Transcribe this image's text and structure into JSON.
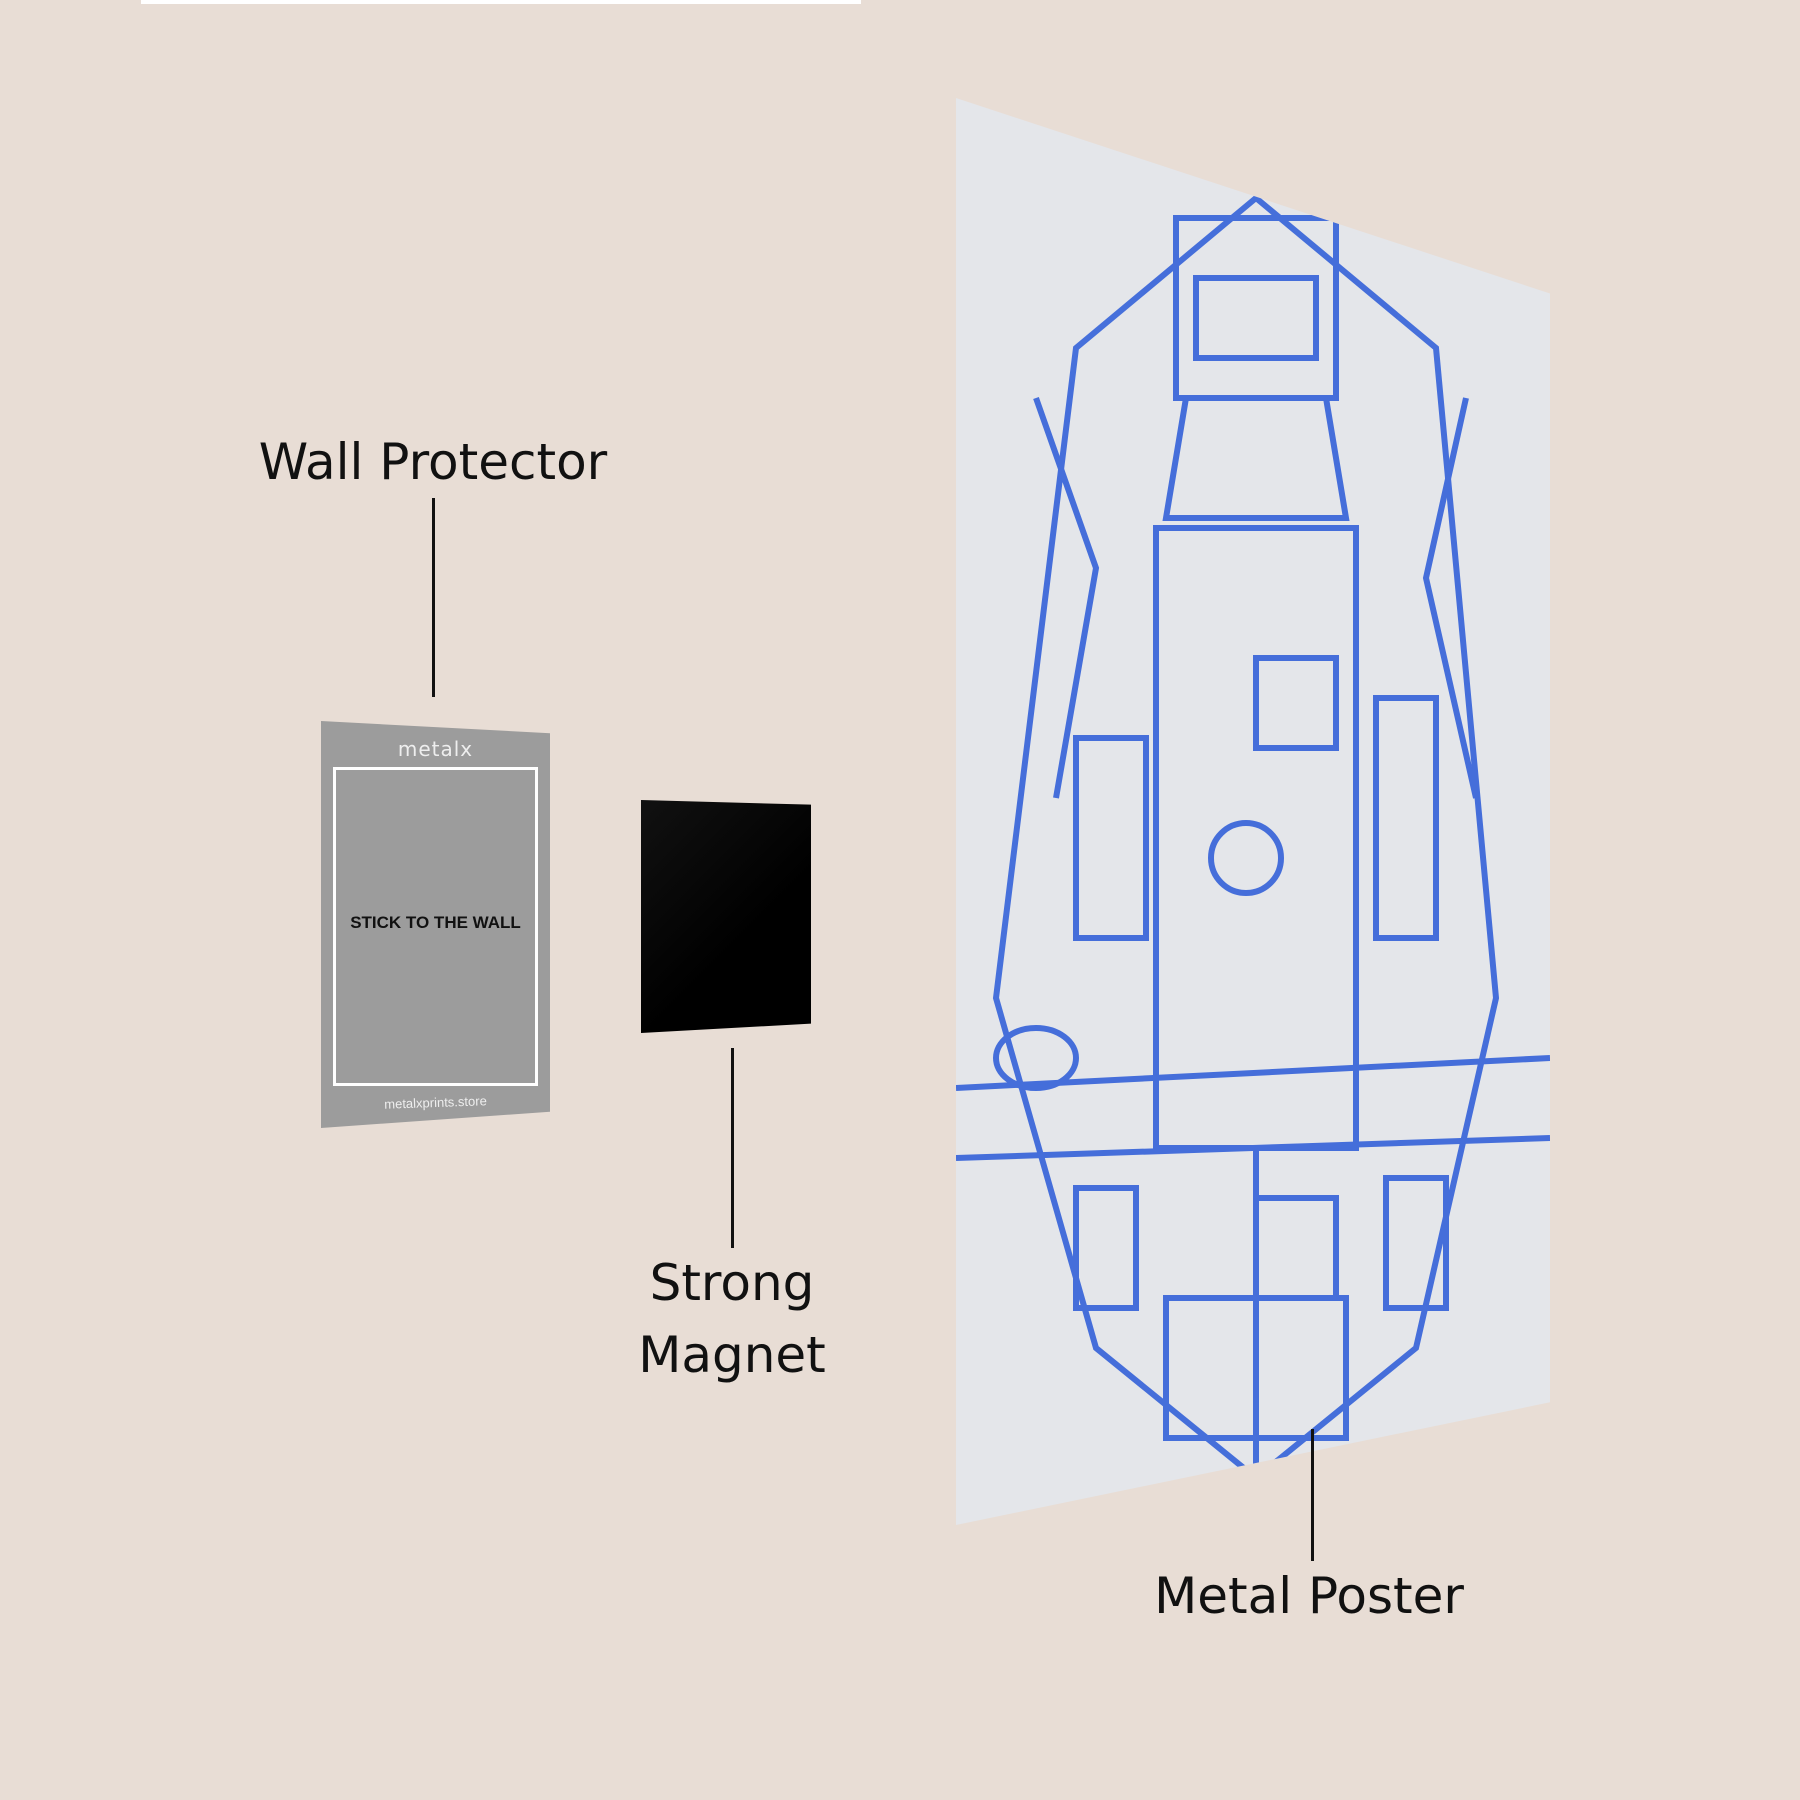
{
  "labels": {
    "wall_protector": "Wall Protector",
    "strong_magnet_line1": "Strong",
    "strong_magnet_line2": "Magnet",
    "metal_poster": "Metal Poster"
  },
  "protector": {
    "logo": "metalx",
    "instruction": "STICK TO THE WALL",
    "url": "metalxprints.store"
  },
  "colors": {
    "background": "#e8ddd5",
    "protector": "#9c9c9c",
    "blueprint": "#2a5ad8"
  }
}
